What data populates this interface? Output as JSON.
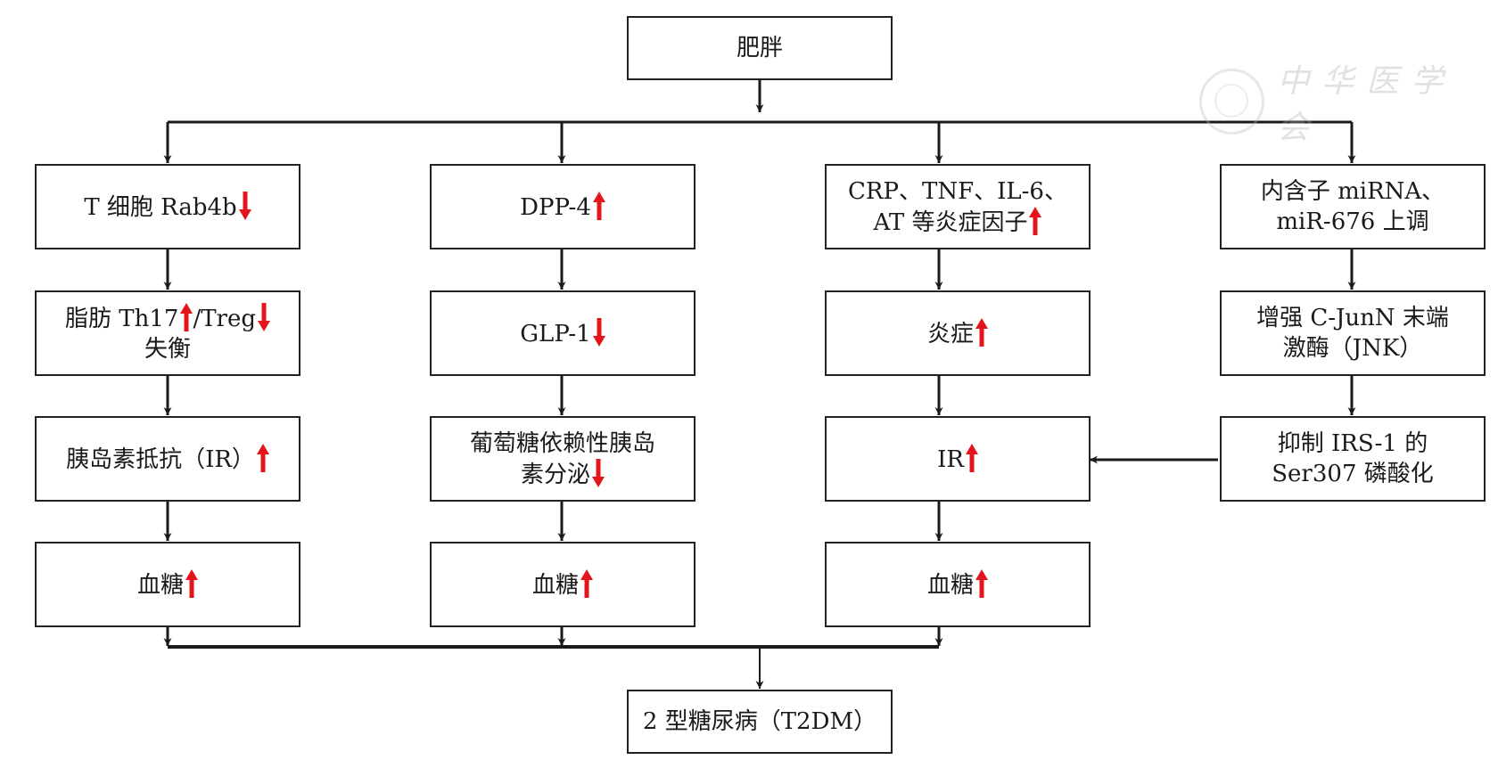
{
  "title_box": "肥胖",
  "outcome_box": "2 型糖尿病（T2DM）",
  "watermark": {
    "logo": "society-seal-icon",
    "text": "中华医学会"
  },
  "arrow_colors": {
    "up": "#e3141b",
    "down": "#e3141b",
    "line": "#1a1a1a"
  },
  "columns": [
    {
      "boxes": [
        {
          "lines": [
            "T 细胞 Rab4b"
          ],
          "indicator": "down"
        },
        {
          "lines": [
            "脂肪 Th17",
            "/Treg",
            "失衡"
          ],
          "indicator": "mixed"
        },
        {
          "lines": [
            "胰岛素抵抗（IR）"
          ],
          "indicator": "up"
        },
        {
          "lines": [
            "血糖"
          ],
          "indicator": "up"
        }
      ]
    },
    {
      "boxes": [
        {
          "lines": [
            "DPP-4"
          ],
          "indicator": "up"
        },
        {
          "lines": [
            "GLP-1"
          ],
          "indicator": "down"
        },
        {
          "lines": [
            "葡萄糖依赖性胰岛",
            "素分泌"
          ],
          "indicator": "down"
        },
        {
          "lines": [
            "血糖"
          ],
          "indicator": "up"
        }
      ]
    },
    {
      "boxes": [
        {
          "lines": [
            "CRP、TNF、IL-6、",
            "AT 等炎症因子"
          ],
          "indicator": "up"
        },
        {
          "lines": [
            "炎症"
          ],
          "indicator": "up"
        },
        {
          "lines": [
            "IR"
          ],
          "indicator": "up"
        },
        {
          "lines": [
            "血糖"
          ],
          "indicator": "up"
        }
      ]
    },
    {
      "boxes": [
        {
          "lines": [
            "内含子 miRNA、",
            "miR-676 上调"
          ],
          "indicator": "none"
        },
        {
          "lines": [
            "增强 C-JunN 末端",
            "激酶（JNK）"
          ],
          "indicator": "none"
        },
        {
          "lines": [
            "抑制 IRS-1 的",
            "Ser307 磷酸化"
          ],
          "indicator": "none"
        }
      ]
    }
  ]
}
